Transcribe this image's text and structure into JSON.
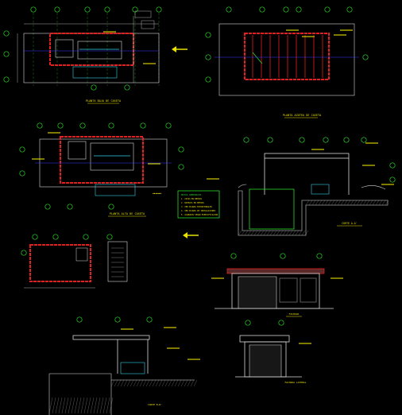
{
  "palette": {
    "background": "#000000",
    "grid": "#2bd62b",
    "wall": "#e22020",
    "dim": "#d8d8d8",
    "label": "#e8e000",
    "accent": "#3a3aff",
    "cyan": "#35d0e6",
    "magenta": "#d23cd2",
    "hatch": "#9a9a9a"
  },
  "drawing": {
    "sheet_titles": {
      "plan_top_left": "PLANTA BAJA DE CASETA",
      "plan_top_right": "PLANTA AZOTEA DE CASETA",
      "plan_middle": "PLANTA ALTA DE CASETA",
      "section_right": "CORTE A-A'",
      "elevation_front": "FACHADA",
      "elevation_side": "FACHADA LATERAL",
      "section_bottom": "CORTE B-B'"
    },
    "notes_box": {
      "lines": [
        "NOTAS GENERALES",
        "1. COTAS EN METROS",
        "2. NIVELES EN METROS",
        "3. VER PLANOS ESTRUCTURALES",
        "4. VER PLANOS DE INSTALACIONES",
        "5. ACABADOS SEGUN ESPECIFICACION"
      ]
    },
    "arrows": {
      "top": "north-arrow",
      "middle": "north-arrow"
    }
  }
}
